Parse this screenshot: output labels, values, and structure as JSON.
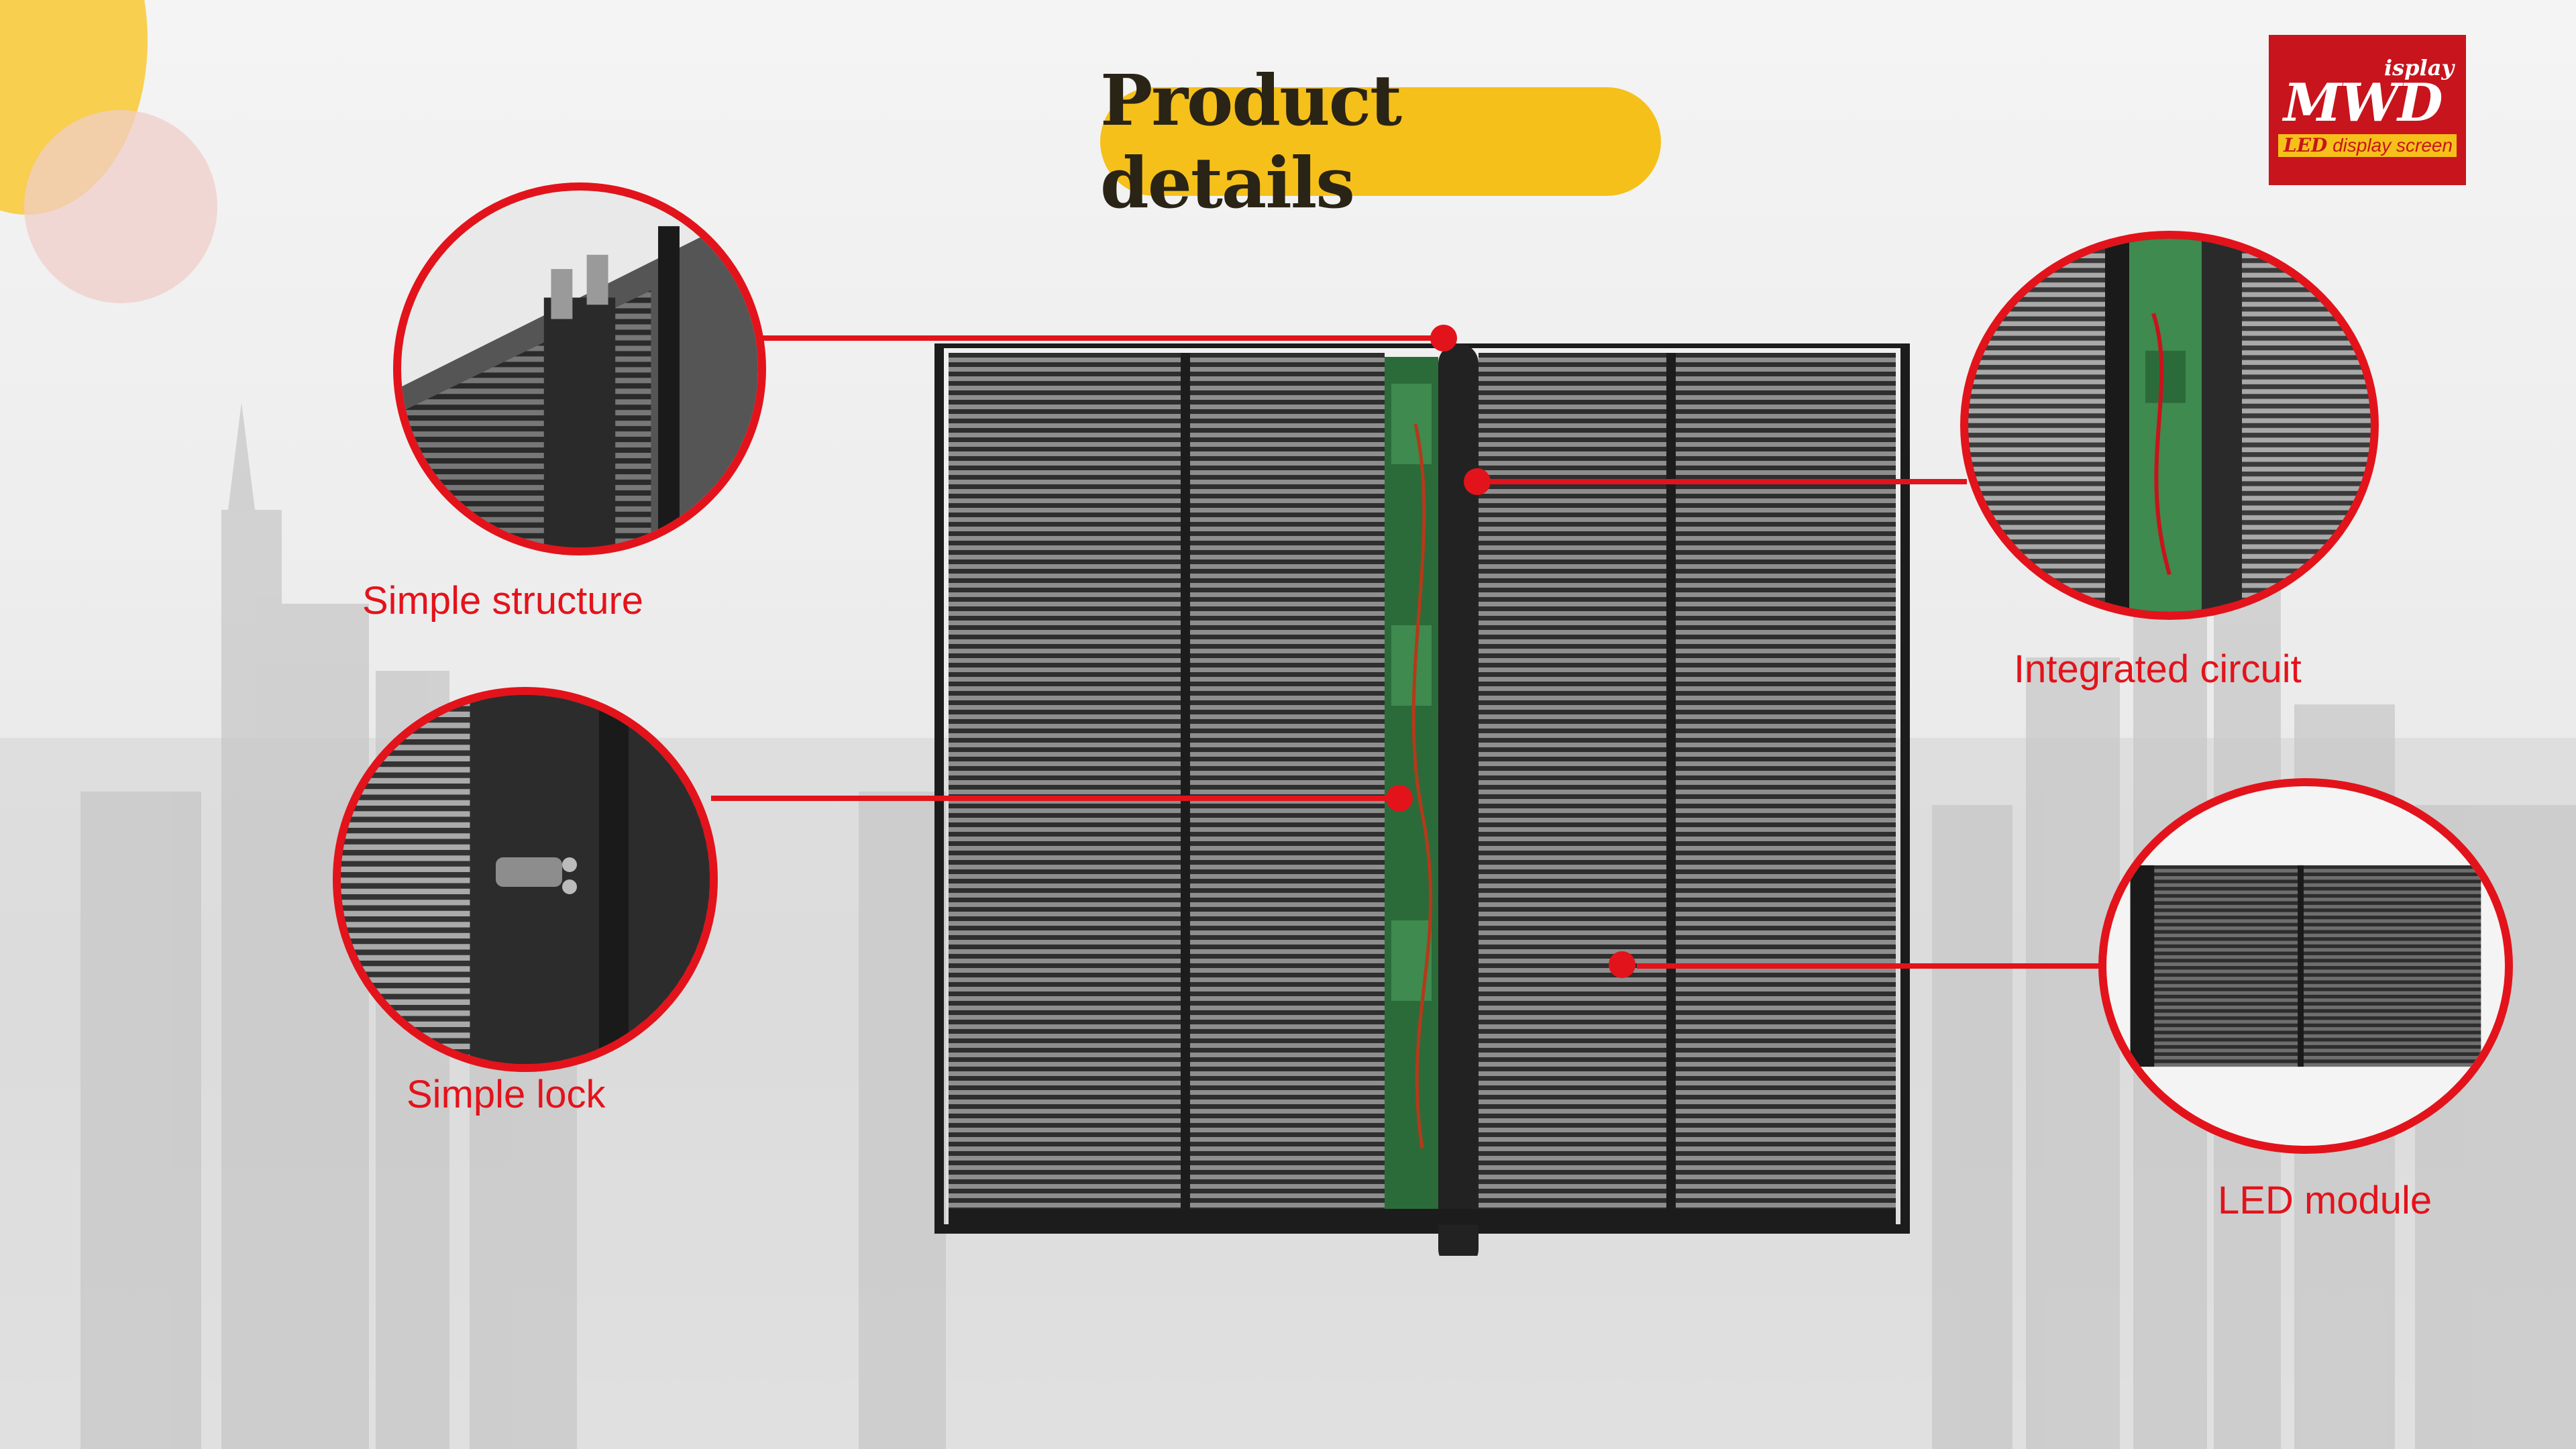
{
  "page": {
    "title": "Product details"
  },
  "logo": {
    "brand_main": "MWD",
    "brand_sub": "isplay",
    "strip_led": "LED",
    "strip_rest": "display screen"
  },
  "callouts": [
    {
      "label": "Simple structure"
    },
    {
      "label": "Simple lock"
    },
    {
      "label": "Integrated circuit"
    },
    {
      "label": "LED module"
    }
  ],
  "colors": {
    "accent_red": "#e3131b",
    "title_yellow": "#f6c01a",
    "logo_red": "#c8141c"
  }
}
